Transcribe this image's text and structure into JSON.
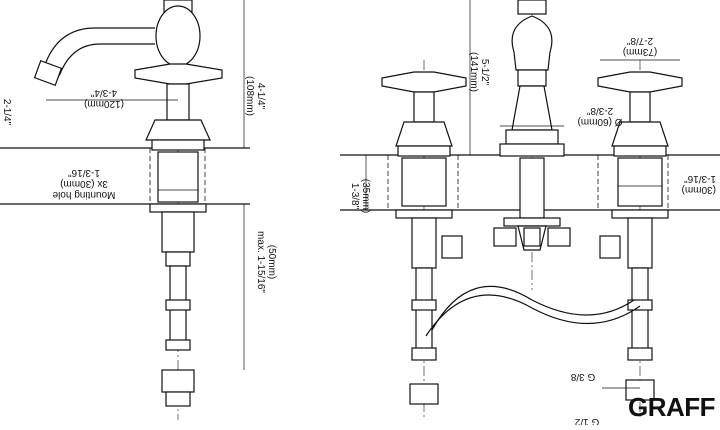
{
  "left_view": {
    "dim_spout_reach": "4-3/4\"",
    "dim_spout_reach_mm": "(120mm)",
    "dim_spout_height_partial": "2-1/4\"",
    "dim_overall_height": "4-1/4\"",
    "dim_overall_height_mm": "(108mm)",
    "dim_hole_diameter": "1-3/16\"",
    "dim_hole_diameter_mm": "3x (30mm)",
    "label_mounting_hole": "Mounting hole",
    "dim_max_depth": "max. 1-15/16\"",
    "dim_max_depth_mm": "(50mm)"
  },
  "right_view": {
    "dim_spout_height": "5-1/2\"",
    "dim_spout_height_mm": "(141mm)",
    "dim_handle_diameter": "2-7/8\"",
    "dim_handle_diameter_mm": "(73mm)",
    "dim_base_diameter": "2-3/8\"",
    "dim_base_diameter_mm": "Ø (60mm)",
    "dim_deck_thickness": "1-3/8\"",
    "dim_deck_thickness_mm": "(35mm)",
    "dim_side_hole_partial": "1-3/16\"",
    "dim_side_hole_partial_mm": "(30mm)",
    "label_inlet_small": "G 3/8",
    "label_inlet_large": "G 1/2"
  },
  "brand": {
    "logo": "GRAFF"
  }
}
